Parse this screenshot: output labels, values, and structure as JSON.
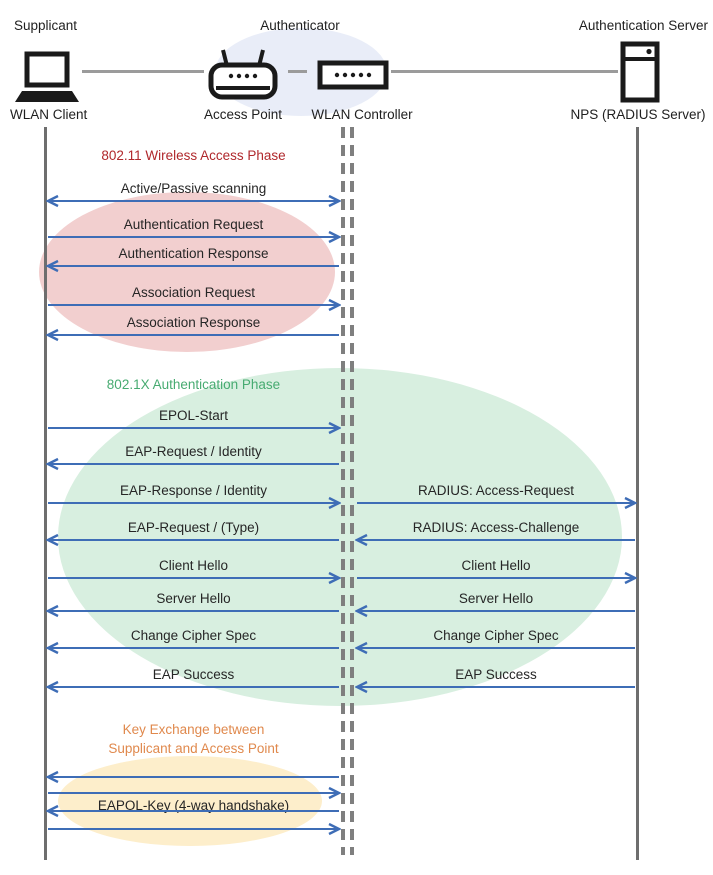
{
  "header": {
    "role_supplicant": "Supplicant",
    "role_authenticator": "Authenticator",
    "role_auth_server": "Authentication Server",
    "device_wlan_client": "WLAN Client",
    "device_access_point": "Access Point",
    "device_wlan_controller": "WLAN Controller",
    "device_nps": "NPS (RADIUS Server)"
  },
  "phases": [
    {
      "title": "802.11 Wireless Access Phase",
      "color": "#b0282c"
    },
    {
      "title": "802.1X Authentication Phase",
      "color": "#47ab71"
    },
    {
      "title": "Key Exchange between\nSupplicant and Access Point",
      "color": "#e0894d"
    }
  ],
  "messages": [
    {
      "left": {
        "label": "Active/Passive scanning",
        "dir": "both"
      }
    },
    {
      "left": {
        "label": "Authentication Request",
        "dir": "right"
      }
    },
    {
      "left": {
        "label": "Authentication Response",
        "dir": "left"
      }
    },
    {
      "left": {
        "label": "Association Request",
        "dir": "right"
      }
    },
    {
      "left": {
        "label": "Association Response",
        "dir": "left"
      }
    },
    {
      "left": {
        "label": "EPOL-Start",
        "dir": "right"
      }
    },
    {
      "left": {
        "label": "EAP-Request / Identity",
        "dir": "left"
      }
    },
    {
      "left": {
        "label": "EAP-Response / Identity",
        "dir": "right"
      },
      "right": {
        "label": "RADIUS: Access-Request",
        "dir": "right"
      }
    },
    {
      "left": {
        "label": "EAP-Request / (Type)",
        "dir": "left"
      },
      "right": {
        "label": "RADIUS: Access-Challenge",
        "dir": "left"
      }
    },
    {
      "left": {
        "label": "Client Hello",
        "dir": "right"
      },
      "right": {
        "label": "Client Hello",
        "dir": "right"
      }
    },
    {
      "left": {
        "label": "Server Hello",
        "dir": "left"
      },
      "right": {
        "label": "Server Hello",
        "dir": "left"
      }
    },
    {
      "left": {
        "label": "Change Cipher Spec",
        "dir": "left"
      },
      "right": {
        "label": "Change Cipher Spec",
        "dir": "left"
      }
    },
    {
      "left": {
        "label": "EAP Success",
        "dir": "left"
      },
      "right": {
        "label": "EAP Success",
        "dir": "left"
      }
    },
    {
      "left": {
        "label": "",
        "dir": "left"
      }
    },
    {
      "left": {
        "label": "",
        "dir": "right"
      }
    },
    {
      "left": {
        "label": "EAPOL-Key (4-way handshake)",
        "dir": "left"
      }
    },
    {
      "left": {
        "label": "",
        "dir": "right"
      }
    }
  ],
  "colors": {
    "arrow": "#3e6db6",
    "lifeline": "#6e6e6e",
    "phase1_fill": "#f2cfcf",
    "phase2_fill": "#d8efe0",
    "phase3_fill": "#fdeecb",
    "authenticator_fill": "#e9edf8"
  }
}
